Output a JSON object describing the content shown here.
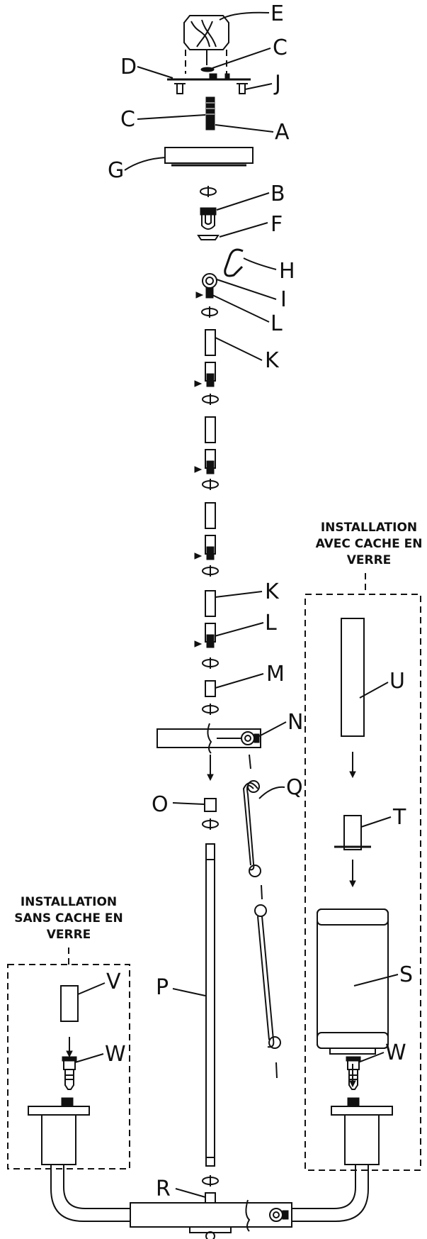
{
  "part_letters": {
    "A": "A",
    "B": "B",
    "C": "C",
    "D": "D",
    "E": "E",
    "F": "F",
    "G": "G",
    "H": "H",
    "I": "I",
    "J": "J",
    "K": "K",
    "L": "L",
    "M": "M",
    "N": "N",
    "O": "O",
    "P": "P",
    "Q": "Q",
    "R": "R",
    "S": "S",
    "T": "T",
    "U": "U",
    "V": "V",
    "W": "W"
  },
  "installation_with_glass": {
    "line1": "INSTALLATION",
    "line2": "AVEC CACHE EN",
    "line3": "VERRE"
  },
  "installation_without_glass": {
    "line1": "INSTALLATION",
    "line2": "SANS CACHE EN",
    "line3": "VERRE"
  },
  "colors": {
    "ink": "#111111",
    "background": "#ffffff"
  }
}
